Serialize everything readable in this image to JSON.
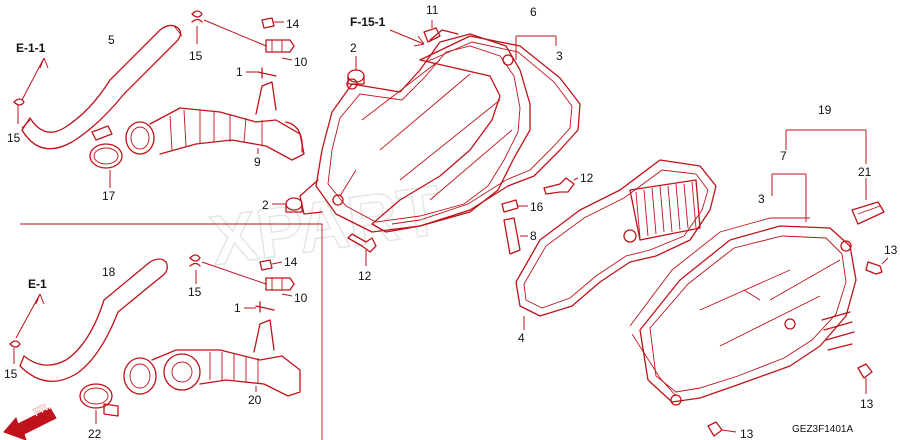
{
  "watermark": "XPART",
  "refs": {
    "e11": "E-1-1",
    "e1": "E-1",
    "f151": "F-15-1",
    "fr": "FR."
  },
  "callouts": {
    "n1a": "1",
    "n1b": "1",
    "n2a": "2",
    "n2b": "2",
    "n3a": "3",
    "n3b": "3",
    "n4": "4",
    "n5": "5",
    "n6": "6",
    "n7": "7",
    "n8": "8",
    "n9": "9",
    "n10a": "10",
    "n10b": "10",
    "n11": "11",
    "n12a": "12",
    "n12b": "12",
    "n13a": "13",
    "n13b": "13",
    "n13c": "13",
    "n14a": "14",
    "n14b": "14",
    "n15a": "15",
    "n15b": "15",
    "n15c": "15",
    "n15d": "15",
    "n16": "16",
    "n17": "17",
    "n18": "18",
    "n19": "19",
    "n20": "20",
    "n21": "21",
    "n22": "22"
  },
  "diagram_code": "GEZ3F1401A",
  "colors": {
    "line": "#c0121a",
    "text": "#111111",
    "background": "#ffffff"
  }
}
